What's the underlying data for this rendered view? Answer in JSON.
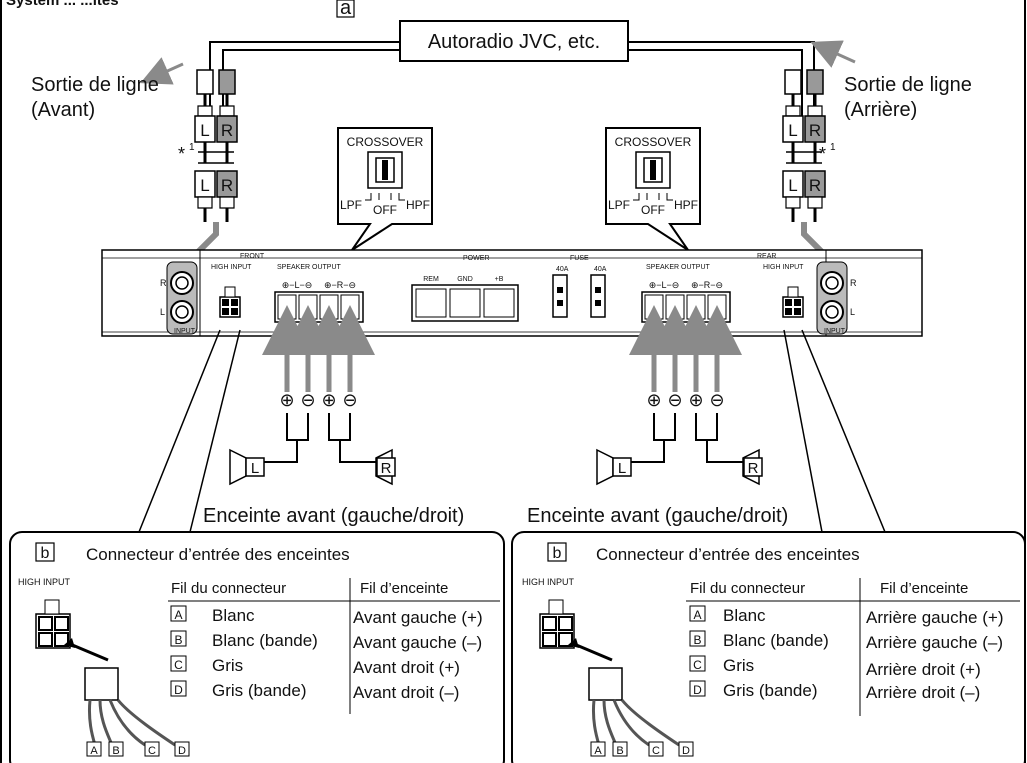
{
  "header": {
    "title_fragment": "System ... ...ites",
    "marker_a": "a"
  },
  "source": {
    "label": "Autoradio JVC, etc."
  },
  "line_out_left": {
    "line1": "Sortie de ligne",
    "line2": "(Avant)"
  },
  "line_out_right": {
    "line1": "Sortie de ligne",
    "line2": "(Arrière)"
  },
  "plug": {
    "l": "L",
    "r": "R"
  },
  "footnote": "*",
  "footnote_sup": "1",
  "crossover": {
    "title": "CROSSOVER",
    "lpf": "LPF",
    "hpf": "HPF",
    "off": "OFF"
  },
  "amp": {
    "front": "FRONT",
    "rear": "REAR",
    "power": "POWER",
    "fuse": "FUSE",
    "high_input": "HIGH INPUT",
    "speaker_output": "SPEAKER OUTPUT",
    "input": "INPUT",
    "rem": "REM",
    "gnd": "GND",
    "b": "+B",
    "fuse_rating": "40A",
    "r": "R",
    "l": "L",
    "term_l": "⊕−L−⊖",
    "term_r": "⊕−R−⊖"
  },
  "polarity": {
    "plus": "⊕",
    "minus": "⊖"
  },
  "speakers": {
    "l": "L",
    "r": "R",
    "caption": "Enceinte avant (gauche/droit)"
  },
  "connector_panels": [
    {
      "marker": "b",
      "title": "Connecteur d’entrée des enceintes",
      "high_input": "HIGH INPUT",
      "col1": "Fil du connecteur",
      "col2": "Fil d’enceinte",
      "rows": [
        {
          "key": "A",
          "wire": "Blanc",
          "speaker": "Avant gauche (+)"
        },
        {
          "key": "B",
          "wire": "Blanc (bande)",
          "speaker": "Avant gauche (–)"
        },
        {
          "key": "C",
          "wire": "Gris",
          "speaker": "Avant droit (+)"
        },
        {
          "key": "D",
          "wire": "Gris (bande)",
          "speaker": "Avant droit (–)"
        }
      ],
      "wire_letters": [
        "A",
        "B",
        "C",
        "D"
      ]
    },
    {
      "marker": "b",
      "title": "Connecteur d’entrée des enceintes",
      "high_input": "HIGH INPUT",
      "col1": "Fil du connecteur",
      "col2": "Fil d’enceinte",
      "rows": [
        {
          "key": "A",
          "wire": "Blanc",
          "speaker": "Arrière gauche (+)"
        },
        {
          "key": "B",
          "wire": "Blanc (bande)",
          "speaker": "Arrière gauche (–)"
        },
        {
          "key": "C",
          "wire": "Gris",
          "speaker": "Arrière droit (+)"
        },
        {
          "key": "D",
          "wire": "Gris (bande)",
          "speaker": "Arrière droit (–)"
        }
      ],
      "wire_letters": [
        "A",
        "B",
        "C",
        "D"
      ]
    }
  ]
}
